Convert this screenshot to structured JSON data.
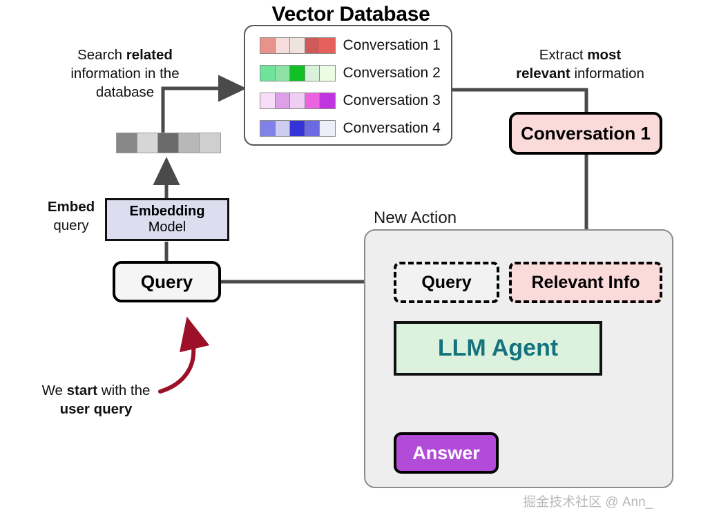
{
  "diagram": {
    "title": "Vector Database",
    "watermark": "掘金技术社区 @ Ann_"
  },
  "vector_database": {
    "title": "Vector Database",
    "rows": [
      {
        "label": "Conversation 1",
        "colors": [
          "#e8928c",
          "#f7dedc",
          "#eee3df",
          "#cf5b58",
          "#e5615b"
        ]
      },
      {
        "label": "Conversation 2",
        "colors": [
          "#6ee39a",
          "#8ee2a8",
          "#12c026",
          "#d9f2dc",
          "#ecfbe4"
        ]
      },
      {
        "label": "Conversation 3",
        "colors": [
          "#f7ddf7",
          "#dd9fe8",
          "#f0cdf3",
          "#ec63e0",
          "#c035dd"
        ]
      },
      {
        "label": "Conversation 4",
        "colors": [
          "#8182e8",
          "#cdcdf0",
          "#3532d8",
          "#6b6ae0",
          "#eceef8"
        ]
      }
    ]
  },
  "query_embedding": {
    "name": "query-embedding-vector",
    "colors": [
      "#878787",
      "#d6d6d6",
      "#6b6b6b",
      "#b8b8b8",
      "#cfcfcf"
    ]
  },
  "notes": {
    "search": {
      "line1_plain": "Search ",
      "line1_bold": "related",
      "line2": "information in the",
      "line3": "database"
    },
    "extract": {
      "line1_plain": "Extract ",
      "line1_bold": "most",
      "line2_bold": "relevant",
      "line2_plain": " information"
    },
    "embed": {
      "line1_bold": "Embed",
      "line2": "query"
    },
    "start": {
      "line1_plain_a": "We ",
      "line1_bold": "start",
      "line1_plain_b": " with the",
      "line2_bold": "user query"
    }
  },
  "boxes": {
    "embedding_model": {
      "line1": "Embedding",
      "line2": "Model",
      "fill": "#dcdef0"
    },
    "query_left": {
      "label": "Query",
      "fill": "#f5f5f5"
    },
    "conversation_result": {
      "label": "Conversation 1",
      "fill": "#fbdada"
    },
    "query_inner": {
      "label": "Query",
      "fill": "#f2f2f2"
    },
    "relevant_info": {
      "label": "Relevant Info",
      "fill": "#fbdada"
    },
    "llm_agent": {
      "label": "LLM Agent",
      "fill": "#dcf2de",
      "text_color": "#14737d"
    },
    "answer": {
      "label": "Answer",
      "fill": "#b24cd8",
      "text_color": "#ffffff"
    }
  },
  "panels": {
    "new_action": {
      "label": "New Action",
      "fill": "#eeeeee"
    }
  },
  "colors": {
    "connector": "#4a4a4a",
    "annotation_arrow": "#9c1127"
  }
}
